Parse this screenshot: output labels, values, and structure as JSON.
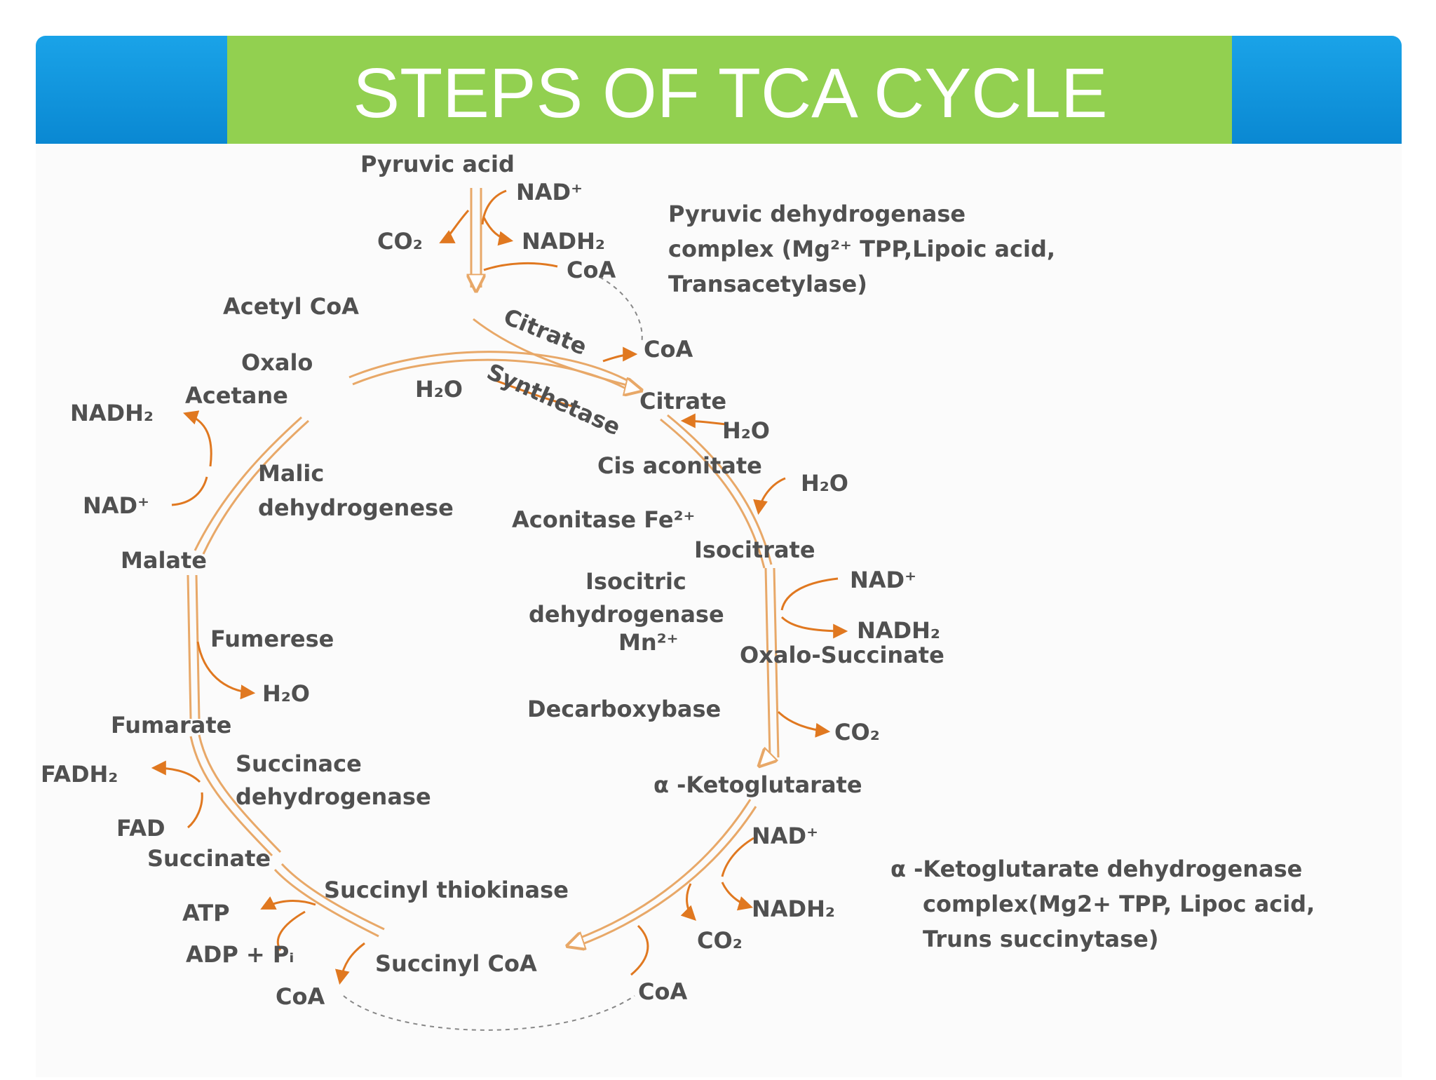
{
  "title": "STEPS OF TCA CYCLE",
  "colors": {
    "banner_blue": "#0a88d2",
    "title_bar_green": "#92d050",
    "arrow_orange": "#e07820",
    "text_gray": "#505050"
  },
  "diagram": {
    "pyruvic_acid": "Pyruvic acid",
    "nad_plus_top": "NAD⁺",
    "co2_top": "CO₂",
    "nadh2_top": "NADH₂",
    "coa_top": "CoA",
    "pdh_line1": "Pyruvic dehydrogenase",
    "pdh_line2": "complex (Mg²⁺ TPP,Lipoic acid,",
    "pdh_line3": "Transacetylase)",
    "acetyl_coa": "Acetyl CoA",
    "citrate_enzyme_1": "Citrate",
    "citrate_enzyme_2": "Synthetase",
    "coa_citrate": "CoA",
    "h2o_oaa": "H₂O",
    "oxalo": "Oxalo",
    "acetane": "Acetane",
    "citrate": "Citrate",
    "h2o_citrate": "H₂O",
    "cis_aconitate": "Cis aconitate",
    "h2o_cis": "H₂O",
    "aconitase": "Aconitase Fe²⁺",
    "isocitrate": "Isocitrate",
    "icdh_line1": "Isocitric",
    "icdh_line2": "dehydrogenase",
    "icdh_line3": "Mn²⁺",
    "nad_plus_icdh": "NAD⁺",
    "nadh2_icdh": "NADH₂",
    "oxalo_succinate": "Oxalo-Succinate",
    "decarboxybase": "Decarboxybase",
    "co2_oxalo": "CO₂",
    "alpha_kg": "α -Ketoglutarate",
    "nad_plus_kg": "NAD⁺",
    "nadh2_kg": "NADH₂",
    "co2_kg": "CO₂",
    "akgdh_line1": "α -Ketoglutarate dehydrogenase",
    "akgdh_line2": "complex(Mg2+ TPP, Lipoc acid,",
    "akgdh_line3": "Truns succinytase)",
    "coa_right": "CoA",
    "succinyl_coa": "Succinyl CoA",
    "succinyl_thiokinase": "Succinyl thiokinase",
    "coa_bottom": "CoA",
    "atp": "ATP",
    "adp_pi": "ADP + Pᵢ",
    "succinate": "Succinate",
    "fad": "FAD",
    "fadh2": "FADH₂",
    "sdh_line1": "Succinace",
    "sdh_line2": "dehydrogenase",
    "fumarate": "Fumarate",
    "h2o_fum": "H₂O",
    "fumerese": "Fumerese",
    "malate": "Malate",
    "nad_plus_mal": "NAD⁺",
    "nadh2_mal": "NADH₂",
    "mdh_line1": "Malic",
    "mdh_line2": "dehydrogenese"
  }
}
